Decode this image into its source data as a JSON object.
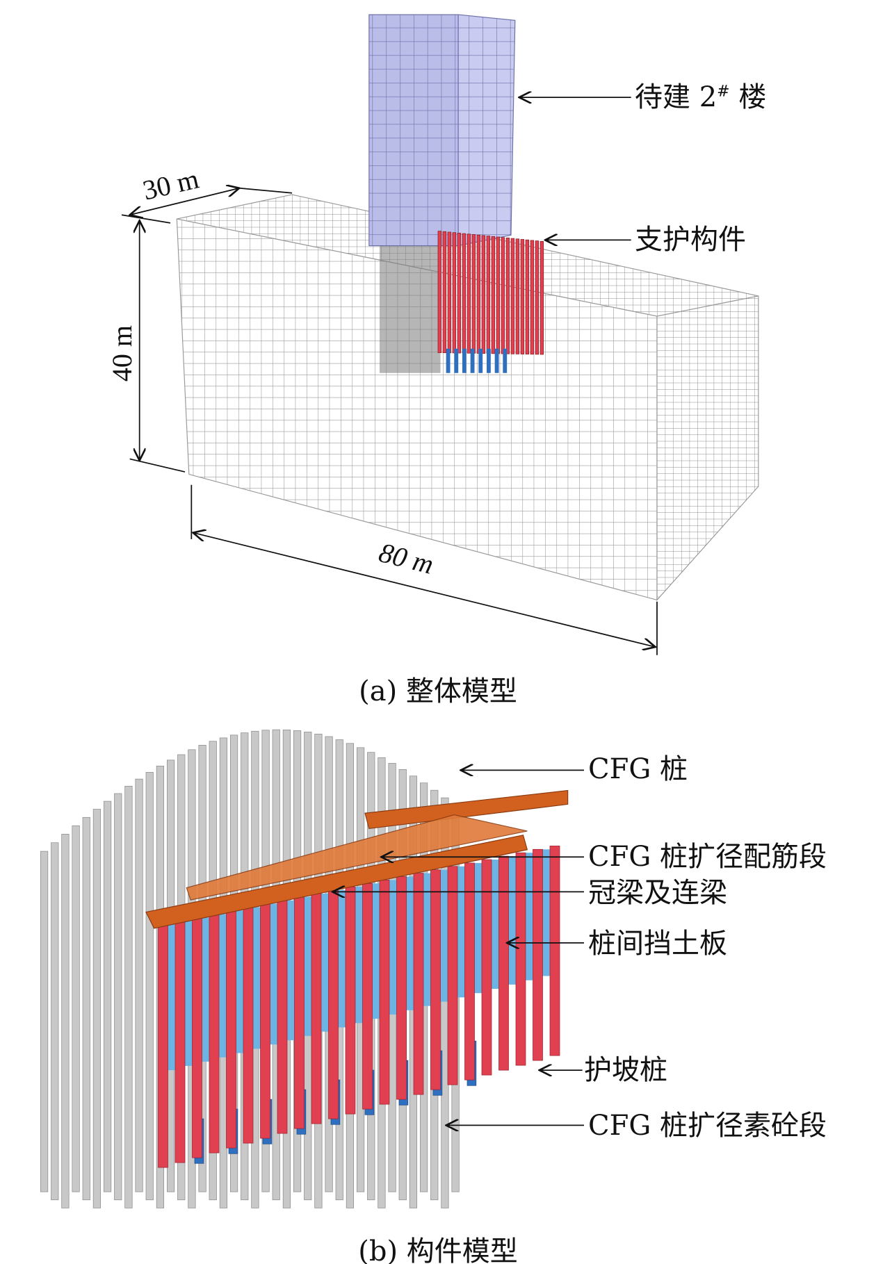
{
  "panel_a": {
    "caption": "(a) 整体模型",
    "labels": {
      "building": "待建 2",
      "building_sup": "#",
      "building_suffix": " 楼",
      "support": "支护构件"
    },
    "dimensions": {
      "width": "30 m",
      "depth": "40 m",
      "length": "80 m"
    }
  },
  "panel_b": {
    "caption": "(b) 构件模型",
    "labels": {
      "cfg_pile": "CFG 桩",
      "cfg_reinforced": "CFG 桩扩径配筋段",
      "crown_beam": "冠梁及连梁",
      "retaining_plate": "桩间挡土板",
      "slope_pile": "护坡桩",
      "cfg_plain": "CFG 桩扩径素砼段"
    }
  },
  "colors": {
    "mesh": "#9a9a9a",
    "building": "#b9bde8",
    "pile_red": "#e0404f",
    "pile_blue": "#2f6fc0",
    "panel_blue": "#6cb4e4",
    "beam": "#d2601e",
    "pile_grey": "#c8c8c8"
  }
}
